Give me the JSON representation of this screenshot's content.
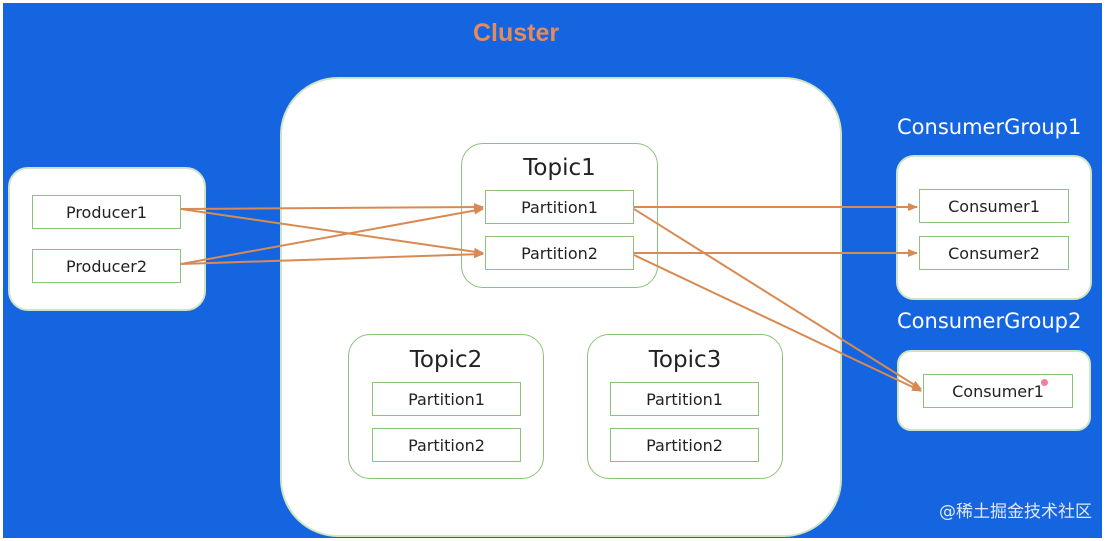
{
  "title": "Cluster",
  "producers": [
    "Producer1",
    "Producer2"
  ],
  "topics": [
    {
      "name": "Topic1",
      "partitions": [
        "Partition1",
        "Partition2"
      ]
    },
    {
      "name": "Topic2",
      "partitions": [
        "Partition1",
        "Partition2"
      ]
    },
    {
      "name": "Topic3",
      "partitions": [
        "Partition1",
        "Partition2"
      ]
    }
  ],
  "consumer_groups": [
    {
      "name": "ConsumerGroup1",
      "consumers": [
        "Consumer1",
        "Consumer2"
      ]
    },
    {
      "name": "ConsumerGroup2",
      "consumers": [
        "Consumer1"
      ]
    }
  ],
  "watermark": "@稀土掘金技术社区",
  "colors": {
    "background": "#1565e0",
    "title": "#e48a5f",
    "arrow": "#d98a52",
    "box_border": "#8cc27a"
  }
}
